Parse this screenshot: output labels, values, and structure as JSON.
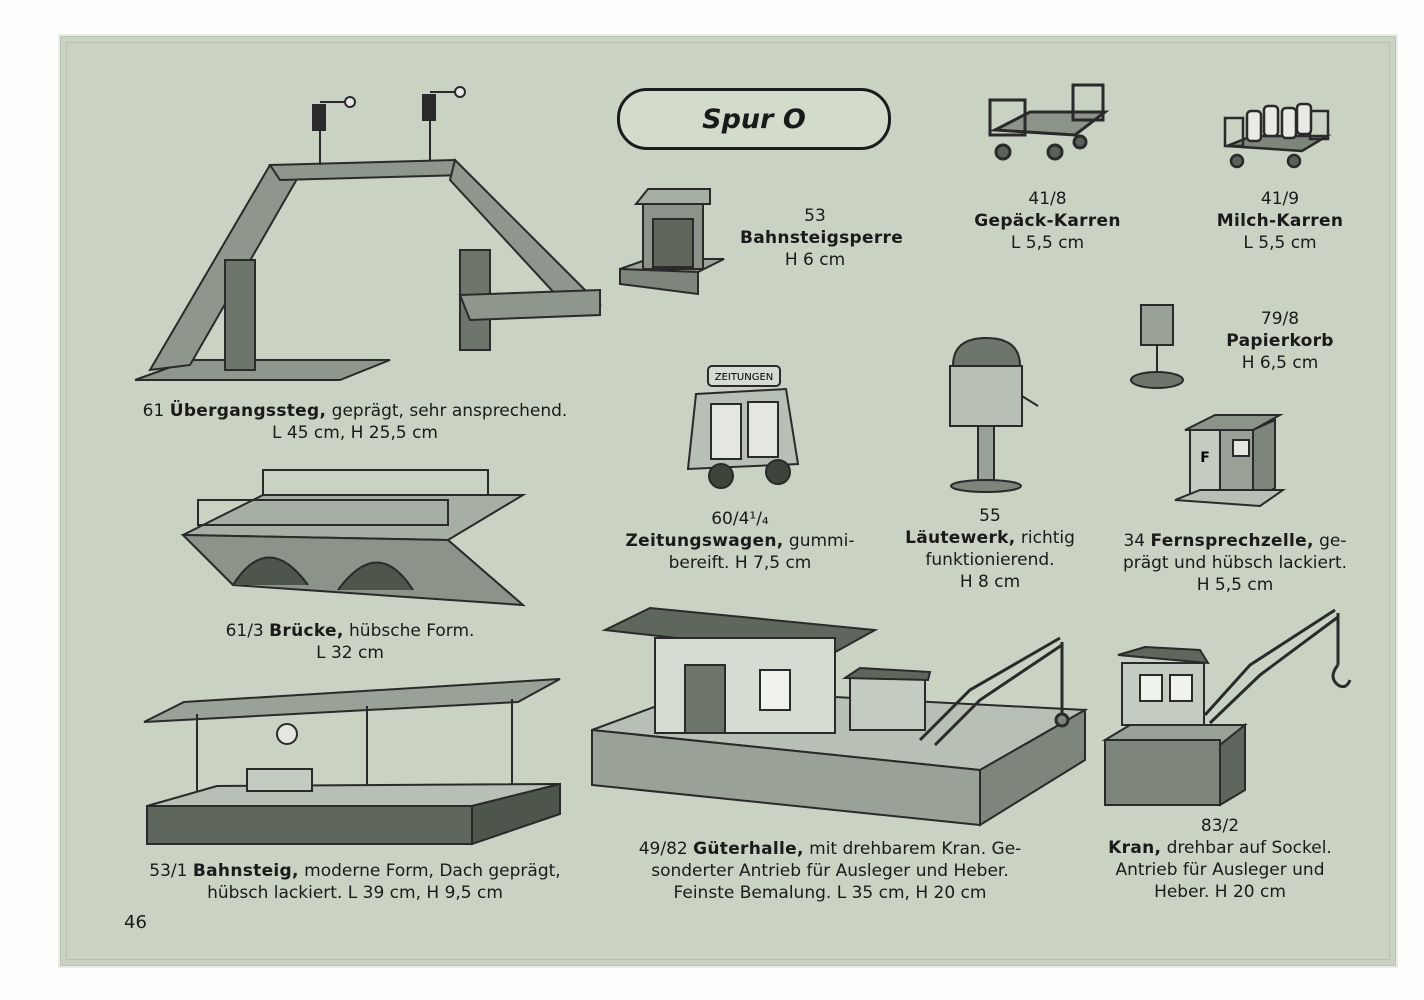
{
  "page_title": "Spur O",
  "page_number": "46",
  "items": [
    {
      "id": "uebergangssteg",
      "number": "61",
      "name": "Übergangssteg,",
      "desc": " geprägt, sehr ansprechend.",
      "line2": "L 45 cm, H 25,5 cm"
    },
    {
      "id": "bahnsteigsperre",
      "number": "53",
      "name": "Bahnsteigsperre",
      "line2": "H 6 cm"
    },
    {
      "id": "gepaeck",
      "number": "41/8",
      "name": "Gepäck-Karren",
      "line2": "L 5,5 cm"
    },
    {
      "id": "milch",
      "number": "41/9",
      "name": "Milch-Karren",
      "line2": "L 5,5 cm"
    },
    {
      "id": "papierkorb",
      "number": "79/8",
      "name": "Papierkorb",
      "line2": "H 6,5 cm"
    },
    {
      "id": "bruecke",
      "number": "61/3",
      "name": "Brücke,",
      "desc": " hübsche Form.",
      "line2": "L 32 cm"
    },
    {
      "id": "zeitungswagen",
      "number": "60/4¹/₄",
      "name": "Zeitungswagen,",
      "desc": " gummi-",
      "line2": "bereift. H 7,5 cm"
    },
    {
      "id": "laeutewerk",
      "number": "55",
      "name": "Läutewerk,",
      "desc": " richtig",
      "line2": "funktionierend.",
      "line3": "H 8 cm"
    },
    {
      "id": "fernsprechzelle",
      "number": "34",
      "name": "Fernsprechzelle,",
      "desc": " ge-",
      "line2": "prägt und hübsch lackiert.",
      "line3": "H 5,5 cm"
    },
    {
      "id": "bahnsteig",
      "number": "53/1",
      "name": "Bahnsteig,",
      "desc": " moderne Form, Dach geprägt,",
      "line2": "hübsch lackiert. L 39 cm, H 9,5 cm"
    },
    {
      "id": "gueterhalle",
      "number": "49/82",
      "name": "Güterhalle,",
      "desc": " mit drehbarem Kran. Ge-",
      "line2": "sonderter Antrieb für Ausleger und Heber.",
      "line3": "Feinste Bemalung. L 35 cm, H 20 cm"
    },
    {
      "id": "kran",
      "number": "83/2",
      "name": "Kran,",
      "desc": " drehbar auf Sockel.",
      "line2": "Antrieb für Ausleger und",
      "line3": "Heber. H 20 cm"
    }
  ],
  "signs": {
    "zeitungen": "ZEITUNGEN",
    "phone_letter": "F"
  }
}
